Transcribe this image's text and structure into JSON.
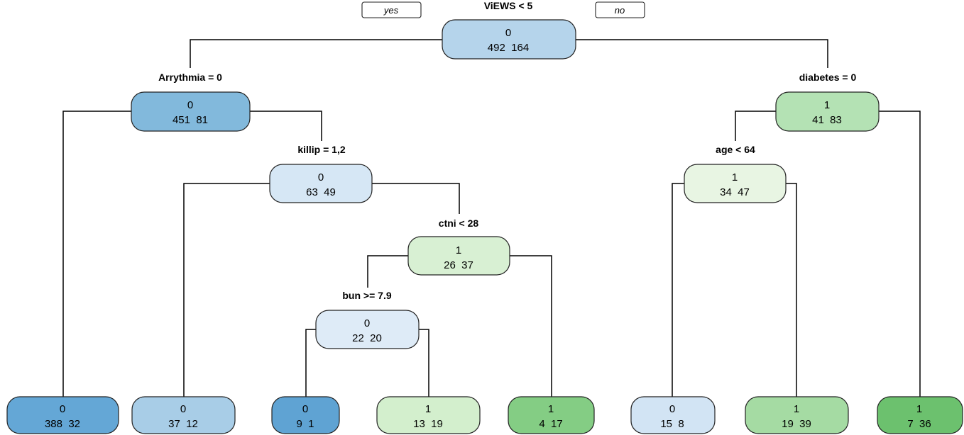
{
  "legend": {
    "yes": "yes",
    "no": "no"
  },
  "nodes": {
    "root": {
      "class": "0",
      "counts": "492  164",
      "split": "ViEWS < 5",
      "color": "#b5d4eb"
    },
    "arrythmia": {
      "class": "0",
      "counts": "451  81",
      "split": "Arrythmia = 0",
      "color": "#82b9dc"
    },
    "diabetes": {
      "class": "1",
      "counts": "41  83",
      "split": "diabetes = 0",
      "color": "#b4e2b4"
    },
    "killip": {
      "class": "0",
      "counts": "63  49",
      "split": "killip = 1,2",
      "color": "#d6e7f5"
    },
    "age": {
      "class": "1",
      "counts": "34  47",
      "split": "age < 64",
      "color": "#e8f5e3"
    },
    "ctni": {
      "class": "1",
      "counts": "26  37",
      "split": "ctni < 28",
      "color": "#d8f0d3"
    },
    "bun": {
      "class": "0",
      "counts": "22  20",
      "split": "bun >= 7.9",
      "color": "#deebf7"
    },
    "leaf1": {
      "class": "0",
      "counts": "388  32",
      "color": "#64a7d6"
    },
    "leaf2": {
      "class": "0",
      "counts": "37  12",
      "color": "#a8cde7"
    },
    "leaf3": {
      "class": "0",
      "counts": "9  1",
      "color": "#5fa3d3"
    },
    "leaf4": {
      "class": "1",
      "counts": "13  19",
      "color": "#d3efcd"
    },
    "leaf5": {
      "class": "1",
      "counts": "4  17",
      "color": "#84cd84"
    },
    "leaf6": {
      "class": "0",
      "counts": "15  8",
      "color": "#d2e4f4"
    },
    "leaf7": {
      "class": "1",
      "counts": "19  39",
      "color": "#a5dba3"
    },
    "leaf8": {
      "class": "1",
      "counts": "7  36",
      "color": "#6cc16e"
    }
  }
}
